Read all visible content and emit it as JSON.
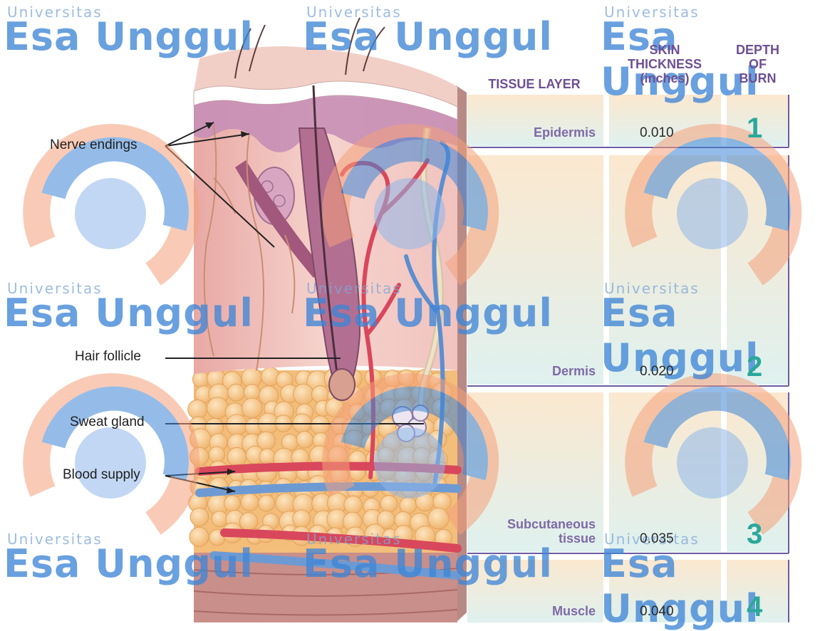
{
  "watermark": {
    "small_text": "Universitas",
    "big_text": "Esa Unggul",
    "colors": {
      "blue": "#3f86d6",
      "orange": "#f4a07a"
    }
  },
  "table": {
    "headers": {
      "tissue_layer": "TISSUE LAYER",
      "skin_thickness": [
        "SKIN",
        "THICKNESS",
        "(inches)"
      ],
      "depth_of_burn": [
        "DEPTH",
        "OF",
        "BURN"
      ]
    },
    "rows": [
      {
        "layer_lines": [
          "Epidermis"
        ],
        "thickness": "0.010",
        "depth": "1"
      },
      {
        "layer_lines": [
          "Dermis"
        ],
        "thickness": "0.020",
        "depth": "2"
      },
      {
        "layer_lines": [
          "Subcutaneous",
          "tissue"
        ],
        "thickness": "0.035",
        "depth": "3"
      },
      {
        "layer_lines": [
          "Muscle"
        ],
        "thickness": "0.040",
        "depth": "4"
      }
    ]
  },
  "labels": {
    "nerve_endings": "Nerve endings",
    "hair_follicle": "Hair follicle",
    "sweat_gland": "Sweat gland",
    "blood_supply": "Blood supply"
  },
  "colors": {
    "skin_pink": "#f3c6c0",
    "epidermis_mauve": "#c78fb6",
    "fat_yellow": "#f7c98c",
    "artery_red": "#d9475c",
    "vein_blue": "#5c8fd0",
    "cell_gradient_top": "#fbe8cf",
    "cell_gradient_bottom": "#dff1ef",
    "depth_teal": "#2aa89a",
    "header_purple": "#6d4f92"
  }
}
